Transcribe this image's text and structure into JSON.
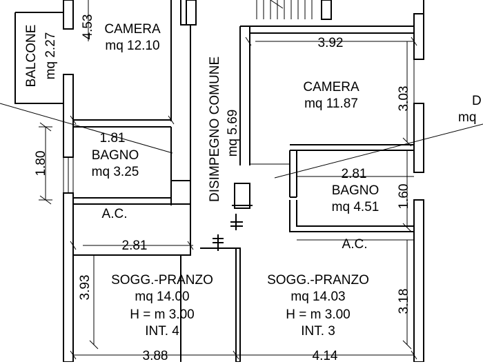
{
  "rooms": {
    "camera_left": {
      "name": "CAMERA",
      "area": "mq 12.10"
    },
    "balcone": {
      "name": "BALCONE",
      "area": "mq 2.27"
    },
    "bagno_left": {
      "name": "BAGNO",
      "area": "mq 3.25"
    },
    "ac_left": {
      "name": "A.C."
    },
    "soggiorno_int4": {
      "name": "SOGG.-PRANZO",
      "area": "mq 14.00",
      "height": "H = m 3.00",
      "unit": "INT. 4"
    },
    "disimpegno": {
      "name": "DISIMPEGNO COMUNE",
      "area": "mq 5.69"
    },
    "camera_right": {
      "name": "CAMERA",
      "area": "mq 11.87"
    },
    "bagno_right": {
      "name": "BAGNO",
      "area": "mq 4.51"
    },
    "ac_right": {
      "name": "A.C."
    },
    "soggiorno_int3": {
      "name": "SOGG.-PRANZO",
      "area": "mq 14.03",
      "height": "H = m 3.00",
      "unit": "INT. 3"
    },
    "edge_label": {
      "line1": "D",
      "line2": "mq"
    }
  },
  "dimensions": {
    "camera_left_height": "4.53",
    "bagno_left_width": "1.81",
    "bagno_left_height": "1.80",
    "soggiorno4_width": "2.81",
    "soggiorno4_height": "3.93",
    "soggiorno4_bottom": "3.88",
    "camera_right_width": "3.92",
    "camera_right_height": "3.03",
    "bagno_right_width": "2.81",
    "bagno_right_height": "1.60",
    "soggiorno3_height": "3.18",
    "soggiorno3_bottom": "4.14"
  }
}
